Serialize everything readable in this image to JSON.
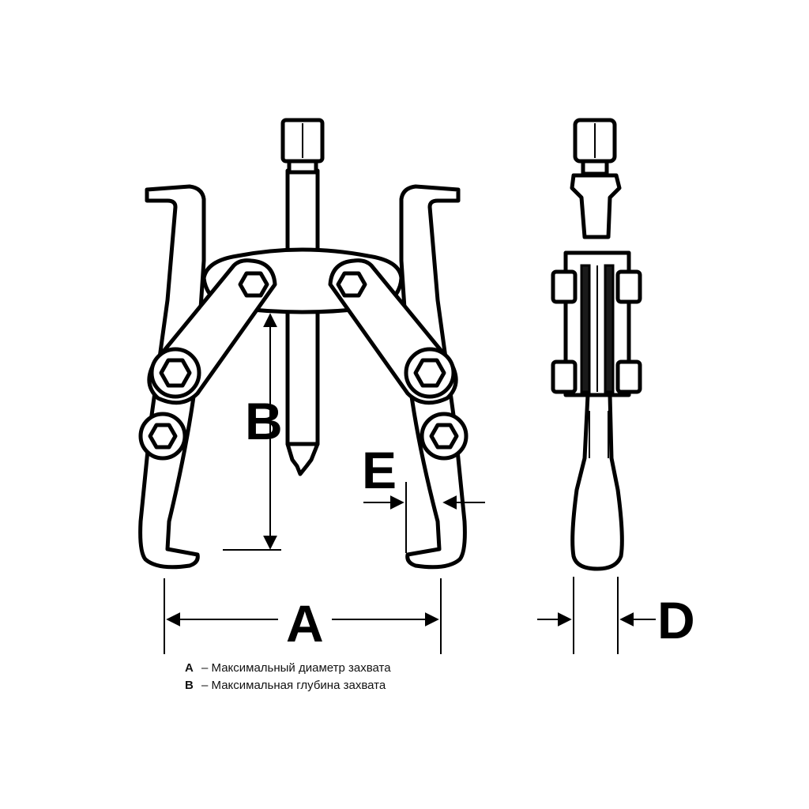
{
  "labels": {
    "A": "A",
    "B": "B",
    "D": "D",
    "E": "E"
  },
  "legend": [
    {
      "key": "A",
      "text": "– Максимальный диаметр захвата"
    },
    {
      "key": "B",
      "text": "– Максимальная глубина захвата"
    }
  ]
}
